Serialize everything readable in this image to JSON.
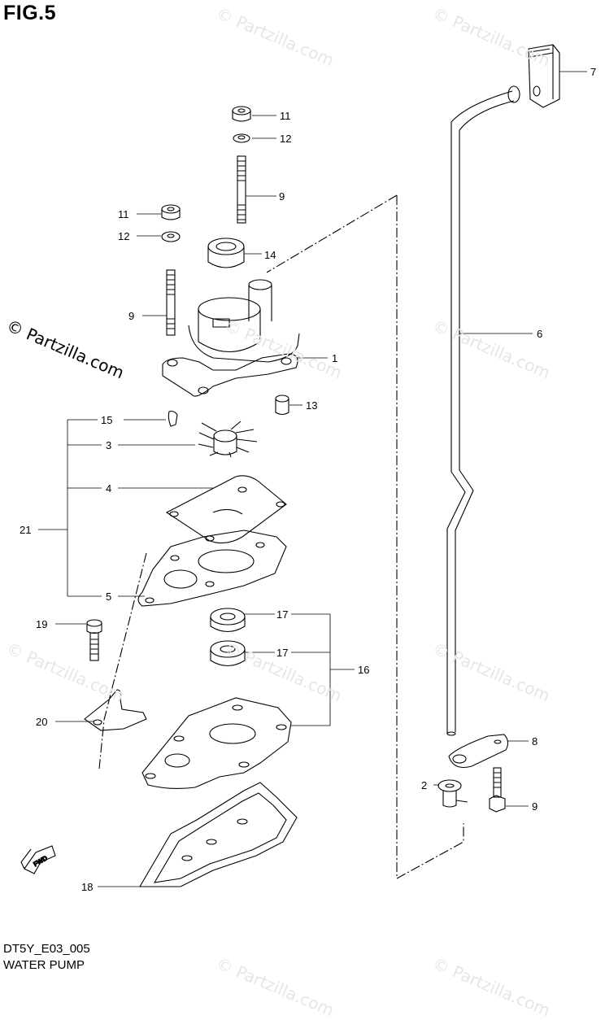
{
  "figure": {
    "title": "FIG.5"
  },
  "caption": {
    "code": "DT5Y_E03_005",
    "name": "WATER PUMP"
  },
  "watermark": {
    "text": "© Partzilla.com"
  },
  "callouts": [
    {
      "id": "c11a",
      "label": "11"
    },
    {
      "id": "c12a",
      "label": "12"
    },
    {
      "id": "c9a",
      "label": "9"
    },
    {
      "id": "c11b",
      "label": "11"
    },
    {
      "id": "c12b",
      "label": "12"
    },
    {
      "id": "c14",
      "label": "14"
    },
    {
      "id": "c9b",
      "label": "9"
    },
    {
      "id": "c1",
      "label": "1"
    },
    {
      "id": "c13",
      "label": "13"
    },
    {
      "id": "c15",
      "label": "15"
    },
    {
      "id": "c3",
      "label": "3"
    },
    {
      "id": "c4",
      "label": "4"
    },
    {
      "id": "c21",
      "label": "21"
    },
    {
      "id": "c5",
      "label": "5"
    },
    {
      "id": "c19",
      "label": "19"
    },
    {
      "id": "c17a",
      "label": "17"
    },
    {
      "id": "c17b",
      "label": "17"
    },
    {
      "id": "c16",
      "label": "16"
    },
    {
      "id": "c20",
      "label": "20"
    },
    {
      "id": "c18",
      "label": "18"
    },
    {
      "id": "c7",
      "label": "7"
    },
    {
      "id": "c6",
      "label": "6"
    },
    {
      "id": "c8",
      "label": "8"
    },
    {
      "id": "c2",
      "label": "2"
    },
    {
      "id": "c9c",
      "label": "9"
    }
  ],
  "fwd_marker": {
    "text": "FWD"
  }
}
